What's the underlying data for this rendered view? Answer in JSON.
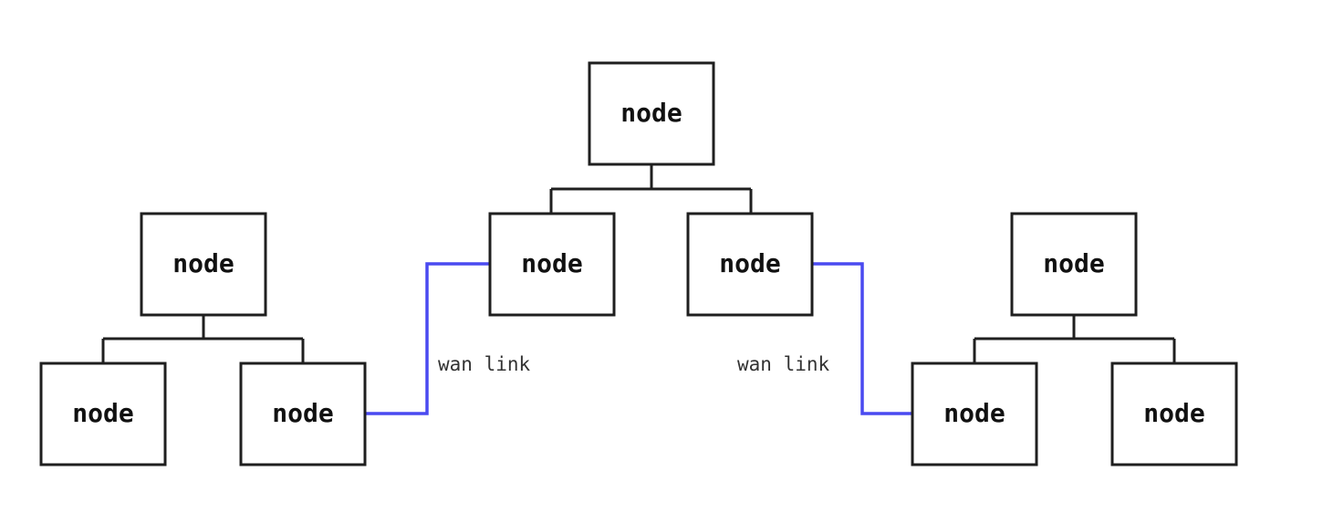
{
  "colors": {
    "node_border": "#1f1f1f",
    "tree_edge": "#1f1f1f",
    "wan_link": "#4a4af0",
    "background": "#ffffff"
  },
  "nodes": {
    "root": {
      "label": "node"
    },
    "core_left": {
      "label": "node"
    },
    "core_right": {
      "label": "node"
    },
    "left_parent": {
      "label": "node"
    },
    "left_child_a": {
      "label": "node"
    },
    "left_child_b": {
      "label": "node"
    },
    "right_parent": {
      "label": "node"
    },
    "right_child_a": {
      "label": "node"
    },
    "right_child_b": {
      "label": "node"
    }
  },
  "links": {
    "wan_left": {
      "label": "wan link"
    },
    "wan_right": {
      "label": "wan link"
    }
  }
}
